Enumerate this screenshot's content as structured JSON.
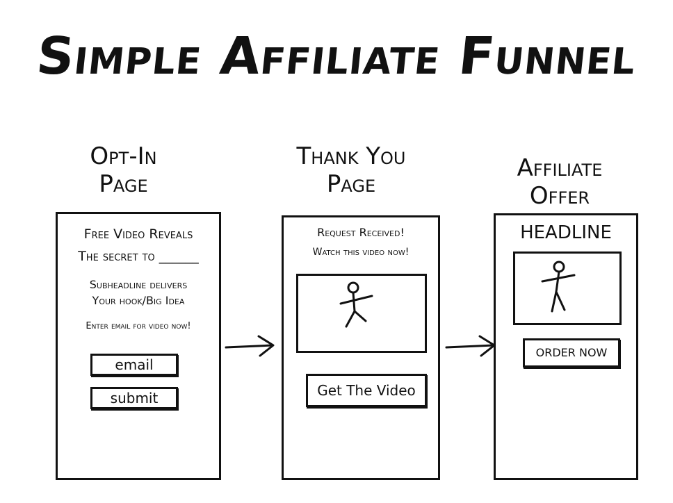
{
  "title": "Simple Affiliate Funnel",
  "optin": {
    "header_line1": "Opt-In",
    "header_line2": "Page",
    "headline_line1": "Free Video Reveals",
    "headline_line2": "The secret to ______",
    "sub_line1": "Subheadline delivers",
    "sub_line2": "Your hook/Big Idea",
    "cta": "Enter email for video now!",
    "email_button": "email",
    "submit_button": "submit"
  },
  "thankyou": {
    "header_line1": "Thank You",
    "header_line2": "Page",
    "line1": "Request Received!",
    "line2": "Watch this video now!",
    "button": "Get The Video"
  },
  "offer": {
    "header_line1": "Affiliate",
    "header_line2": "Offer",
    "headline": "HEADLINE",
    "button": "ORDER NOW"
  }
}
